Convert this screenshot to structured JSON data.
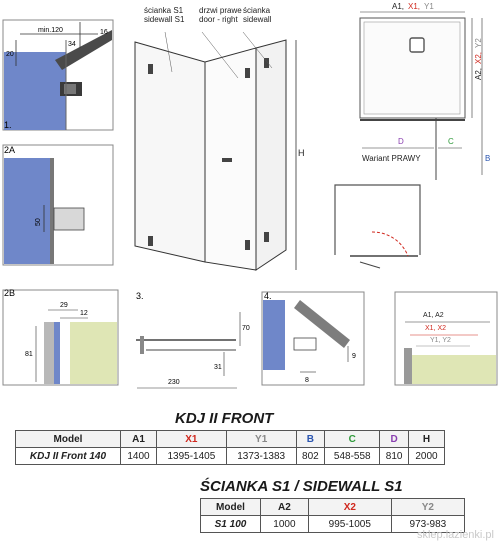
{
  "panels": {
    "p1": {
      "label": "1.",
      "dim_min120": "min.120",
      "dim_34": "34",
      "dim_16": "16",
      "dim_20": "20"
    },
    "p2a": {
      "label": "2A",
      "dim_50": "50"
    },
    "p2b": {
      "label": "2B",
      "dim_29": "29",
      "dim_12": "12",
      "dim_81": "81"
    },
    "p3": {
      "label": "3.",
      "dim_70": "70",
      "dim_31": "31",
      "dim_230": "230"
    },
    "p4": {
      "label": "4.",
      "dim_8": "8",
      "dim_9": "9"
    },
    "plan": {
      "a": "A1,",
      "x": "X1,",
      "y": "Y1",
      "d": "D",
      "c": "C",
      "a2": "A2,",
      "x2": "X2,",
      "y2": "Y2",
      "b": "B",
      "variant": "Wariant PRAWY"
    },
    "detail_right": {
      "a": "A1, A2",
      "x": "X1, X2",
      "y": "Y1, Y2"
    }
  },
  "callouts": {
    "s1": "ścianka S1\nsidewall S1",
    "door": "drzwi prawe\ndoor - right",
    "s2": "ścianka\nsidewall",
    "h": "H"
  },
  "table1": {
    "title": "KDJ II FRONT",
    "headers": [
      "Model",
      "A1",
      "X1",
      "Y1",
      "B",
      "C",
      "D",
      "H"
    ],
    "header_colors": [
      "#222222",
      "#222222",
      "#d0281e",
      "#888888",
      "#2a55b0",
      "#2e9a3a",
      "#8a3fb0",
      "#222222"
    ],
    "rows": [
      [
        "KDJ II Front 140",
        "1400",
        "1395-1405",
        "1373-1383",
        "802",
        "548-558",
        "810",
        "2000"
      ]
    ]
  },
  "table2": {
    "title": "ŚCIANKA S1 / SIDEWALL S1",
    "headers": [
      "Model",
      "A2",
      "X2",
      "Y2"
    ],
    "header_colors": [
      "#222222",
      "#222222",
      "#d0281e",
      "#888888"
    ],
    "rows": [
      [
        "S1 100",
        "1000",
        "995-1005",
        "973-983"
      ]
    ]
  },
  "watermark": "sklep.lazienki.pl",
  "colors": {
    "glass_blue": "#6f87c9",
    "wall_green": "#dfe6b5",
    "red": "#d0281e",
    "gray": "#888888",
    "blue": "#2a55b0"
  }
}
